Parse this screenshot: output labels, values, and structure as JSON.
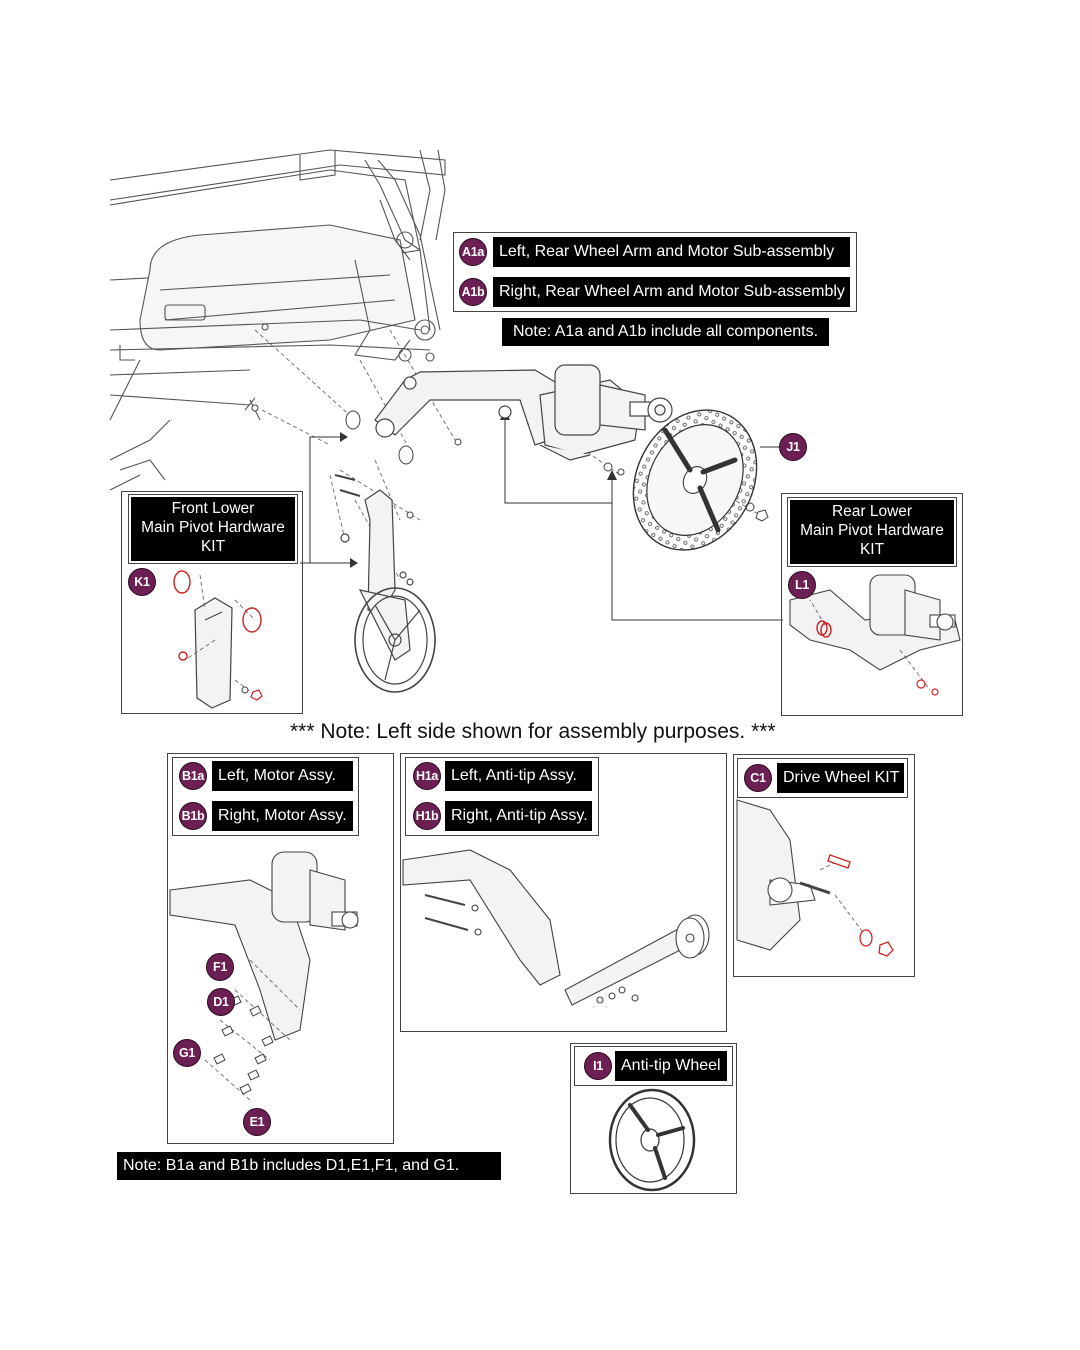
{
  "callouts": {
    "a1a": {
      "code": "A1a",
      "label": "Left, Rear Wheel Arm and Motor Sub-assembly"
    },
    "a1b": {
      "code": "A1b",
      "label": "Right, Rear Wheel Arm and Motor Sub-assembly"
    },
    "note_a1": "Note: A1a and A1b include all components.",
    "j1": {
      "code": "J1"
    },
    "k1": {
      "code": "K1",
      "label": "Front Lower\nMain Pivot Hardware\nKIT"
    },
    "l1": {
      "code": "L1",
      "label": "Rear Lower\nMain Pivot Hardware\nKIT"
    },
    "b1a": {
      "code": "B1a",
      "label": "Left, Motor Assy."
    },
    "b1b": {
      "code": "B1b",
      "label": "Right, Motor Assy."
    },
    "f1": {
      "code": "F1"
    },
    "d1": {
      "code": "D1"
    },
    "g1": {
      "code": "G1"
    },
    "e1": {
      "code": "E1"
    },
    "h1a": {
      "code": "H1a",
      "label": "Left, Anti-tip Assy."
    },
    "h1b": {
      "code": "H1b",
      "label": "Right, Anti-tip Assy."
    },
    "c1": {
      "code": "C1",
      "label": "Drive Wheel KIT"
    },
    "i1": {
      "code": "I1",
      "label": "Anti-tip Wheel"
    }
  },
  "notes": {
    "assembly": "*** Note: Left side shown for assembly purposes. ***",
    "b1": "Note: B1a and B1b includes D1,E1,F1, and G1."
  },
  "colors": {
    "badge": "#6c1f52",
    "label_bg": "#000000",
    "hardware_highlight": "#cc2222",
    "line_art": "#333333"
  }
}
